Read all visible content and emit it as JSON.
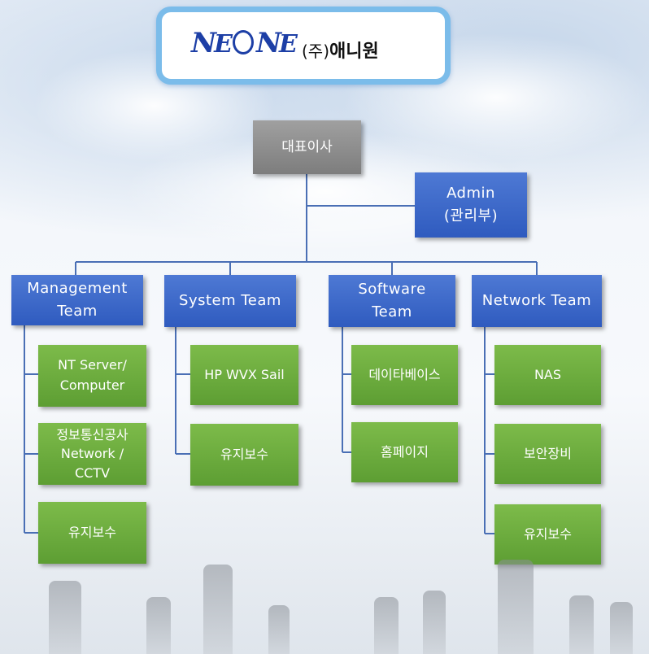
{
  "logo": {
    "brand": "NEONE",
    "company_paren": "(주)",
    "company_name": "애니원"
  },
  "ceo": "대표이사",
  "admin": {
    "line1": "Admin",
    "line2": "(관리부)"
  },
  "teams": [
    {
      "title": "Management\nTeam",
      "items": [
        "NT Server/\nComputer",
        "정보통신공사\nNetwork /\nCCTV",
        "유지보수"
      ]
    },
    {
      "title": "System Team",
      "items": [
        "HP WVX Sail",
        "유지보수"
      ]
    },
    {
      "title": "Software\nTeam",
      "items": [
        "데이타베이스",
        "홈페이지"
      ]
    },
    {
      "title": "Network Team",
      "items": [
        "NAS",
        "보안장비",
        "유지보수"
      ]
    }
  ],
  "colors": {
    "team_blue": "#3a66c8",
    "item_green": "#6aaa3c",
    "ceo_gray": "#8c8c8c",
    "line_blue": "#4a6fb5",
    "logo_border": "#7bbcea"
  }
}
